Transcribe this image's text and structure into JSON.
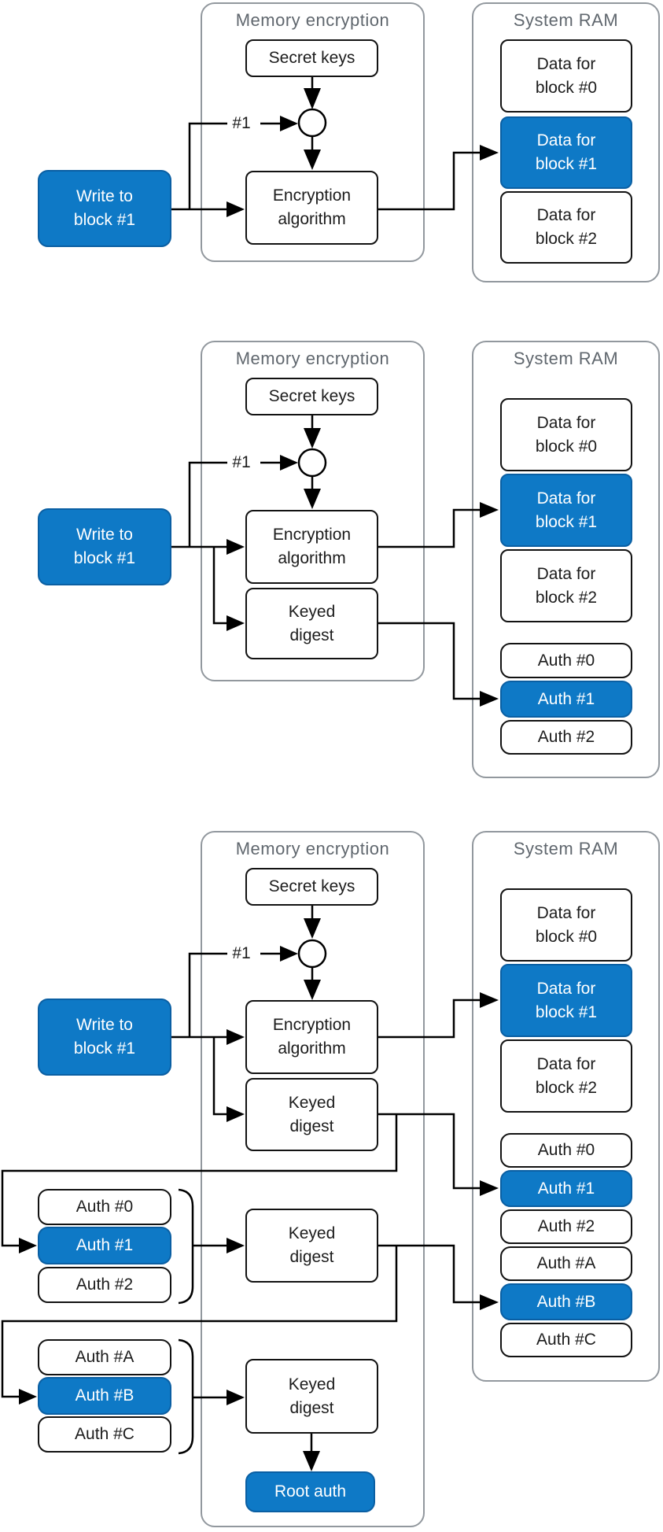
{
  "diagram_type": "flow-diagram",
  "topic": "Memory encryption write path with keyed digests and authentication tree",
  "colors": {
    "highlight_fill": "#0E79C6",
    "highlight_border": "#0A5FA3",
    "box_border": "#121212",
    "container_border": "#92989E",
    "title_text": "#60676E",
    "label_text": "#1C1C1C",
    "text_on_highlight": "#FFFFFF",
    "line_color": "#000000",
    "background": "#FFFFFF"
  },
  "labels": {
    "memory_encryption": "Memory encryption",
    "system_ram": "System RAM",
    "secret_keys": "Secret keys",
    "encryption_algorithm": "Encryption algorithm",
    "keyed_digest": "Keyed digest",
    "write_to_block": "Write to block #1",
    "block_ref": "#1",
    "root_auth": "Root auth",
    "data_block_0": "Data for block #0",
    "data_block_1": "Data for block #1",
    "data_block_2": "Data for block #2",
    "auth_0": "Auth #0",
    "auth_1": "Auth #1",
    "auth_2": "Auth #2",
    "auth_a": "Auth #A",
    "auth_b": "Auth #B",
    "auth_c": "Auth #C"
  },
  "sections": [
    {
      "panel": 1,
      "containers": [
        "Memory encryption",
        "System RAM"
      ],
      "highlighted": [
        "Write to block #1",
        "Data for block #1"
      ]
    },
    {
      "panel": 2,
      "containers": [
        "Memory encryption",
        "System RAM"
      ],
      "highlighted": [
        "Write to block #1",
        "Data for block #1",
        "Auth #1"
      ]
    },
    {
      "panel": 3,
      "containers": [
        "Memory encryption",
        "System RAM"
      ],
      "highlighted": [
        "Write to block #1",
        "Data for block #1",
        "Auth #1",
        "Auth #B",
        "Root auth"
      ]
    }
  ]
}
